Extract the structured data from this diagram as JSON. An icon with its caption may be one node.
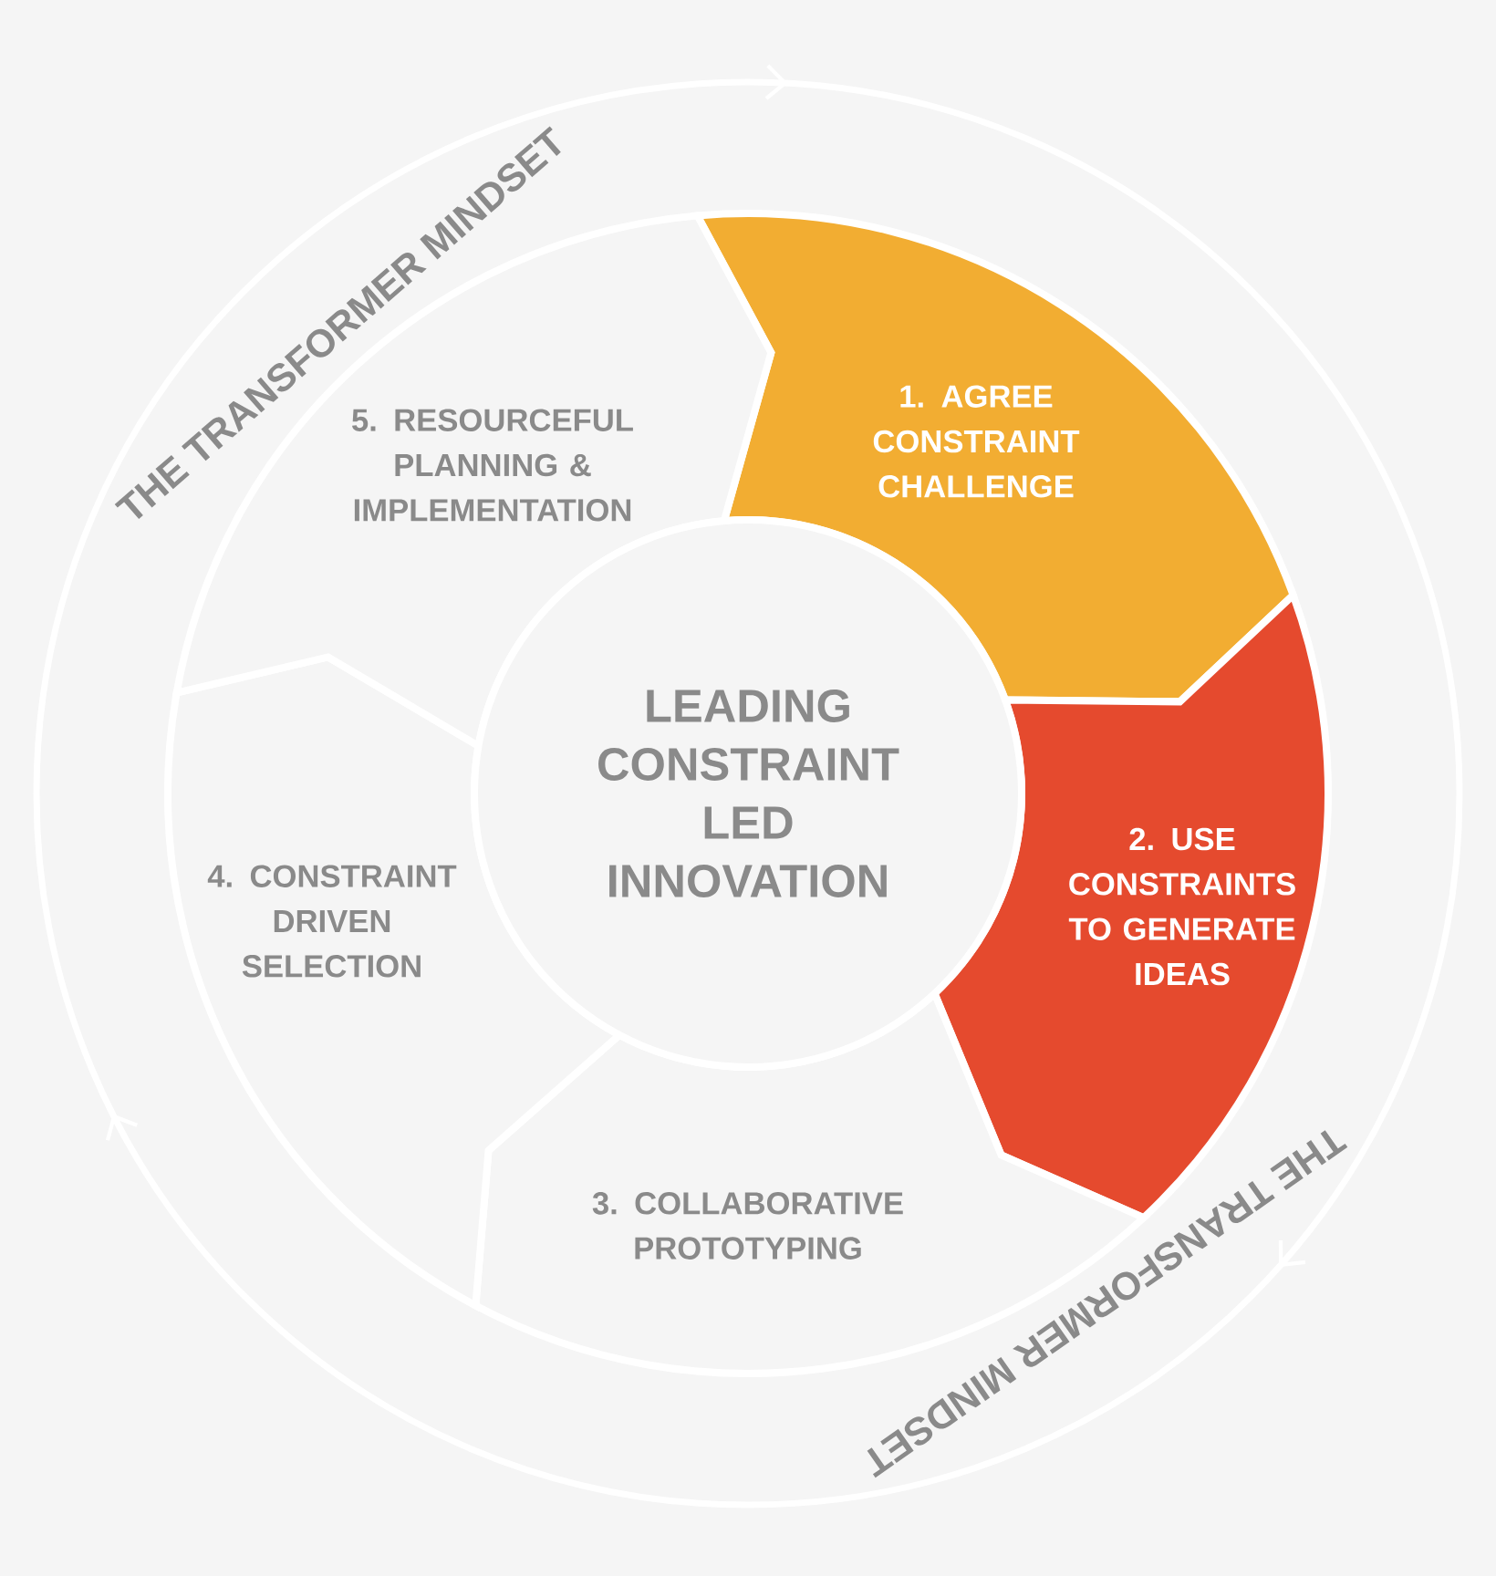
{
  "diagram": {
    "nodes": [
      {
        "text": [
          "1. AGREE CONSTRAINT CHALLENGE"
        ]
      },
      {
        "text": [
          "2. USE CONSTRAINTS TO GENERATE IDEAS"
        ]
      },
      {
        "text": [
          "3. COLLABORATIVE PROTOTYPING"
        ]
      },
      {
        "text": [
          "4. CONSTRAINT DRIVEN SELECTION"
        ]
      },
      {
        "text": [
          "5. RESOURCEFUL PLANNING & IMPLEMENTATION"
        ]
      },
      {
        "text": [
          "LEADING CONSTRAINT LED INNOVATION"
        ]
      }
    ],
    "labels": [
      "THE TRANSFORMER MINDSET",
      "THE TRANSFORMER MINDSET"
    ]
  }
}
